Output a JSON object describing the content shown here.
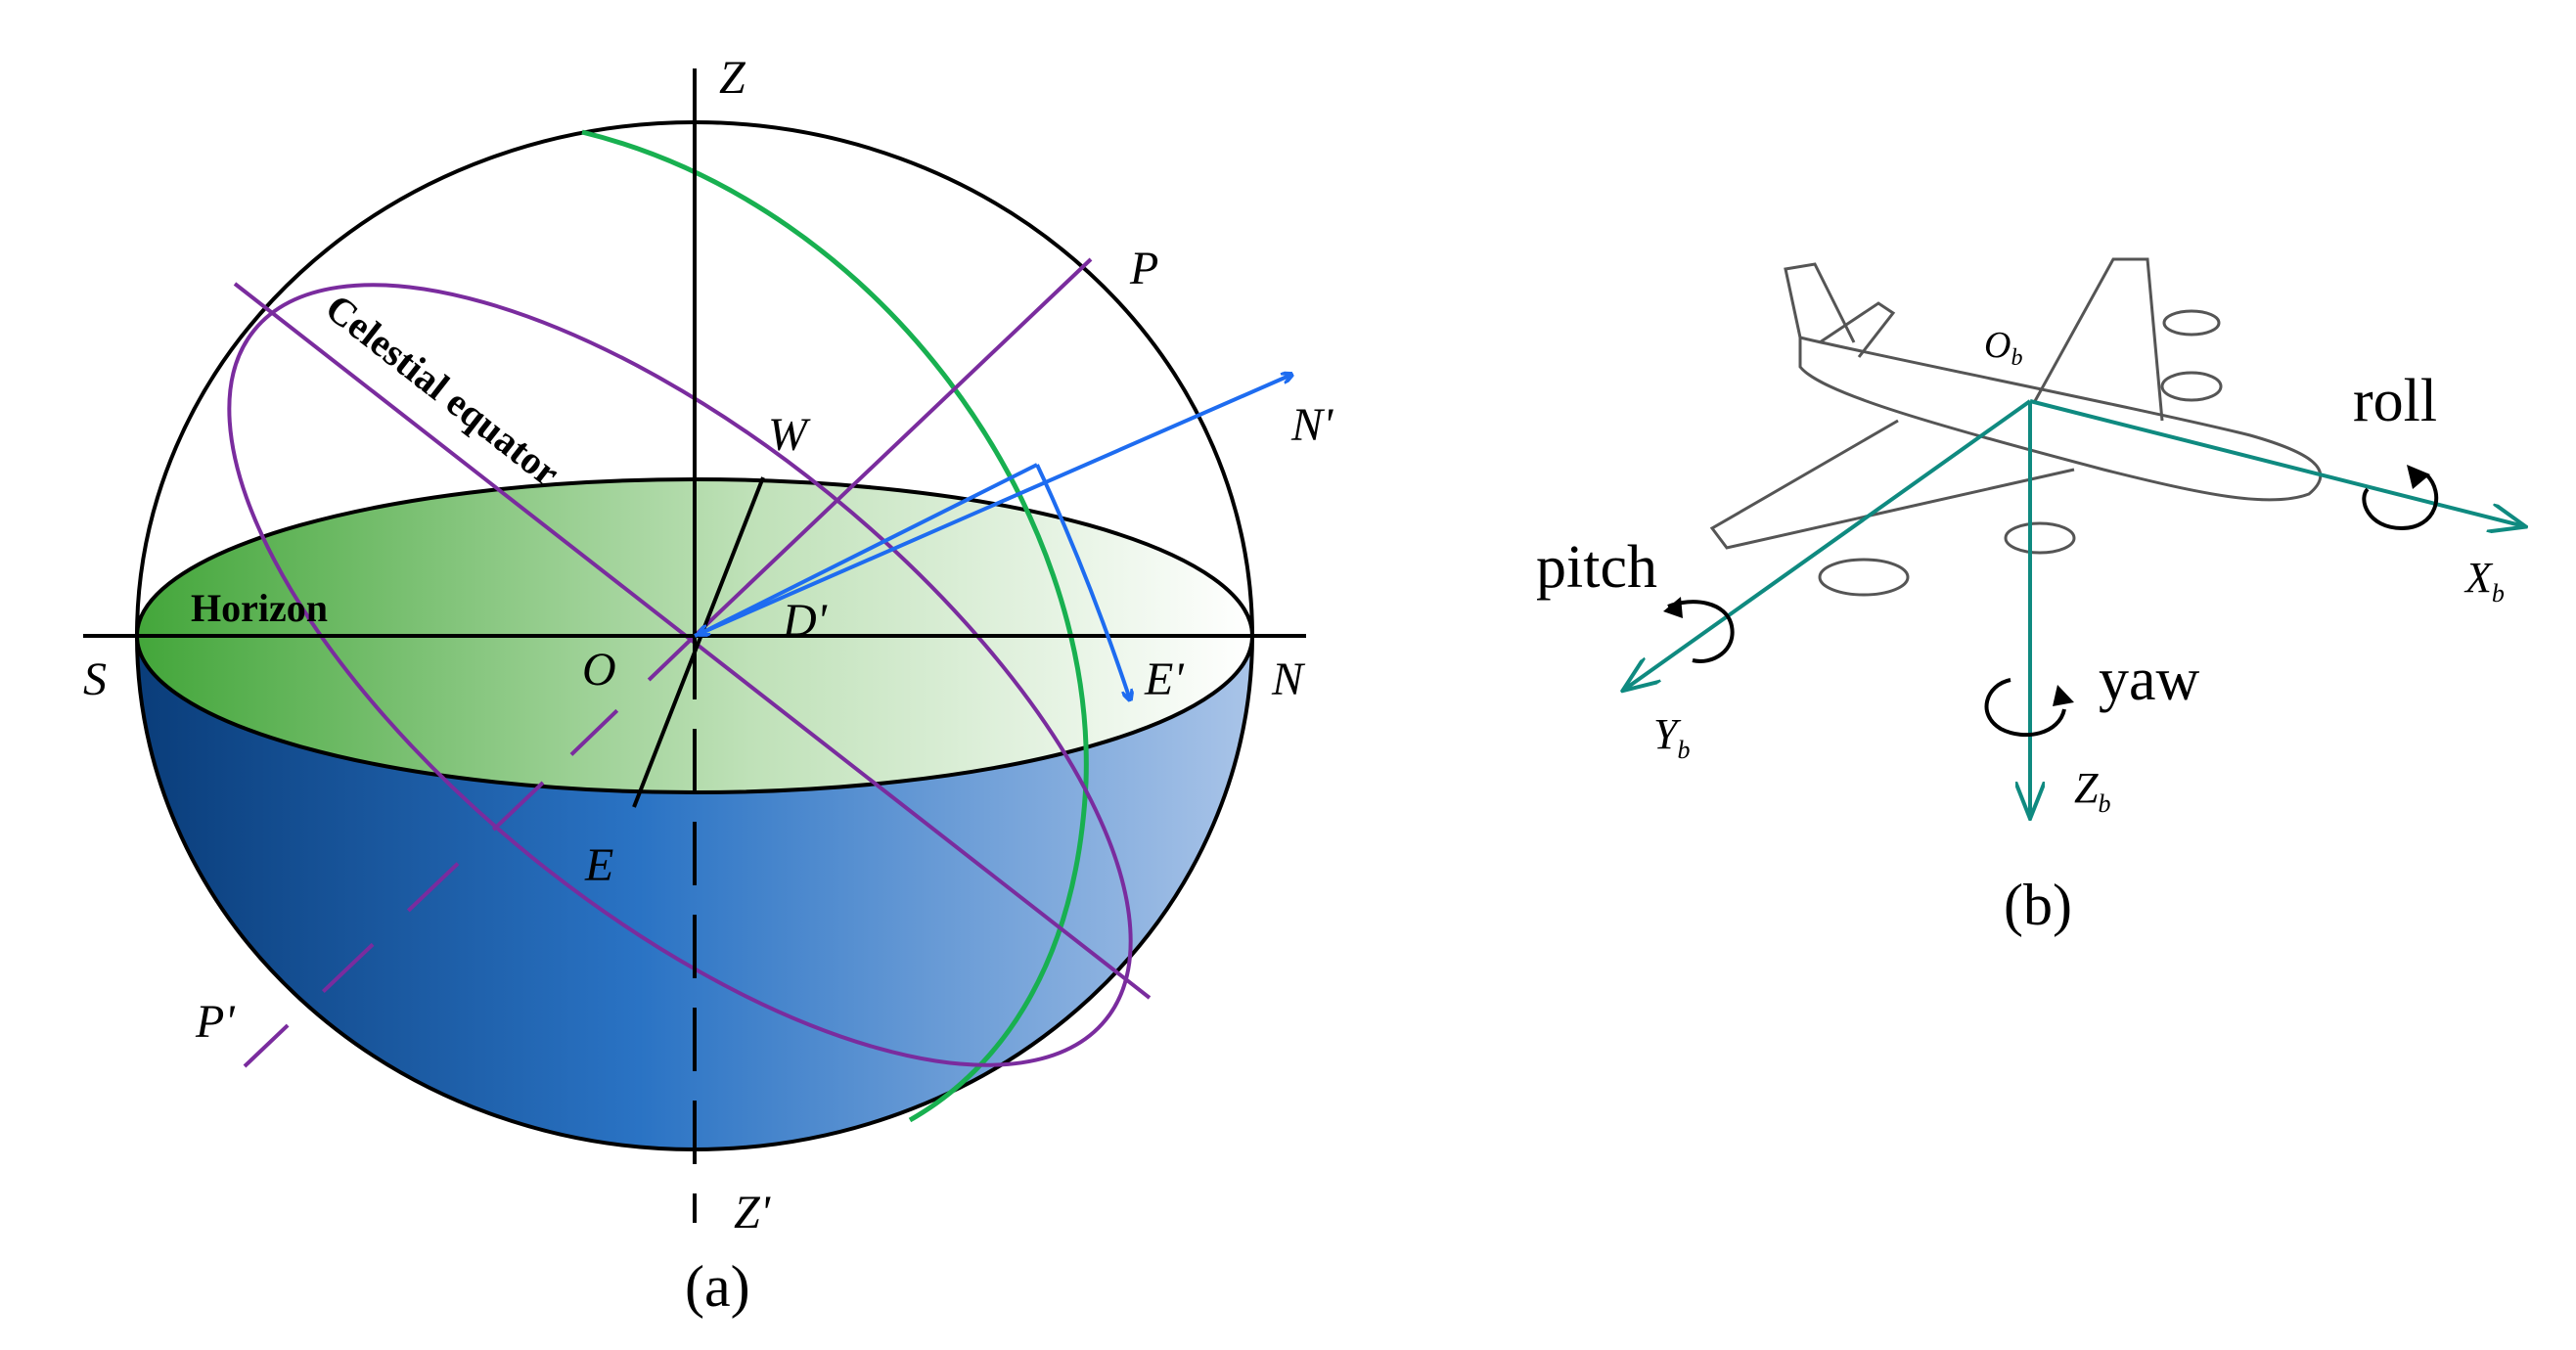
{
  "panel_a": {
    "caption": "(a)",
    "labels": {
      "zenith": "Z",
      "nadir": "Z'",
      "pole": "P",
      "pole_south": "P'",
      "west": "W",
      "east": "E",
      "origin": "O",
      "south": "S",
      "north": "N",
      "north_prime": "N'",
      "east_prime": "E'",
      "d_prime": "D'",
      "horizon": "Horizon",
      "celestial_equator": "Celestial equator"
    },
    "colors": {
      "meridian": "#18b050",
      "equator_lines": "#7a2c9e",
      "vector": "#1e6cf0",
      "horizon_green_dark": "#43a63a",
      "horizon_green_light": "#ffffff",
      "lower_blue_dark": "#0a3d7a",
      "lower_blue_light": "#a9c4e8"
    }
  },
  "panel_b": {
    "caption": "(b)",
    "labels": {
      "origin": "O",
      "origin_sub": "b",
      "x_axis": "X",
      "x_sub": "b",
      "y_axis": "Y",
      "y_sub": "b",
      "z_axis": "Z",
      "z_sub": "b",
      "roll": "roll",
      "pitch": "pitch",
      "yaw": "yaw"
    },
    "colors": {
      "axes": "#0f8a80",
      "aircraft_line": "#555555"
    }
  }
}
